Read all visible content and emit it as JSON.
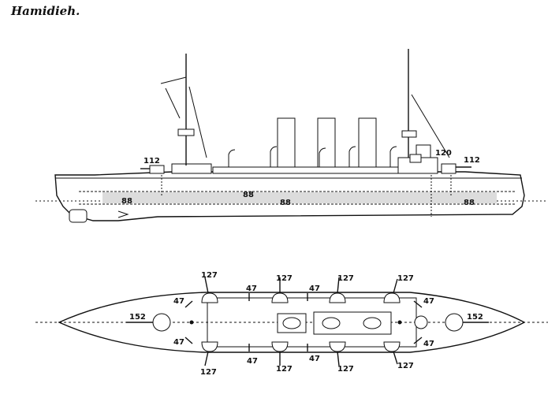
{
  "title": "Hamidieh.",
  "profile_labels": {
    "gun_fwd": "112",
    "gun_aft": "112",
    "gun_120": "120",
    "belt_mid": "88",
    "belt_fwd": "88",
    "belt_mid2": "88",
    "belt_aft": "88"
  },
  "plan_labels": {
    "bow_gun": "152",
    "stern_gun": "152",
    "upper": [
      "127",
      "127",
      "127",
      "127"
    ],
    "lower": [
      "127",
      "127",
      "127",
      "127"
    ],
    "upper47": [
      "47",
      "47",
      "47",
      "47"
    ],
    "lower47": [
      "47",
      "47",
      "47",
      "47"
    ]
  }
}
